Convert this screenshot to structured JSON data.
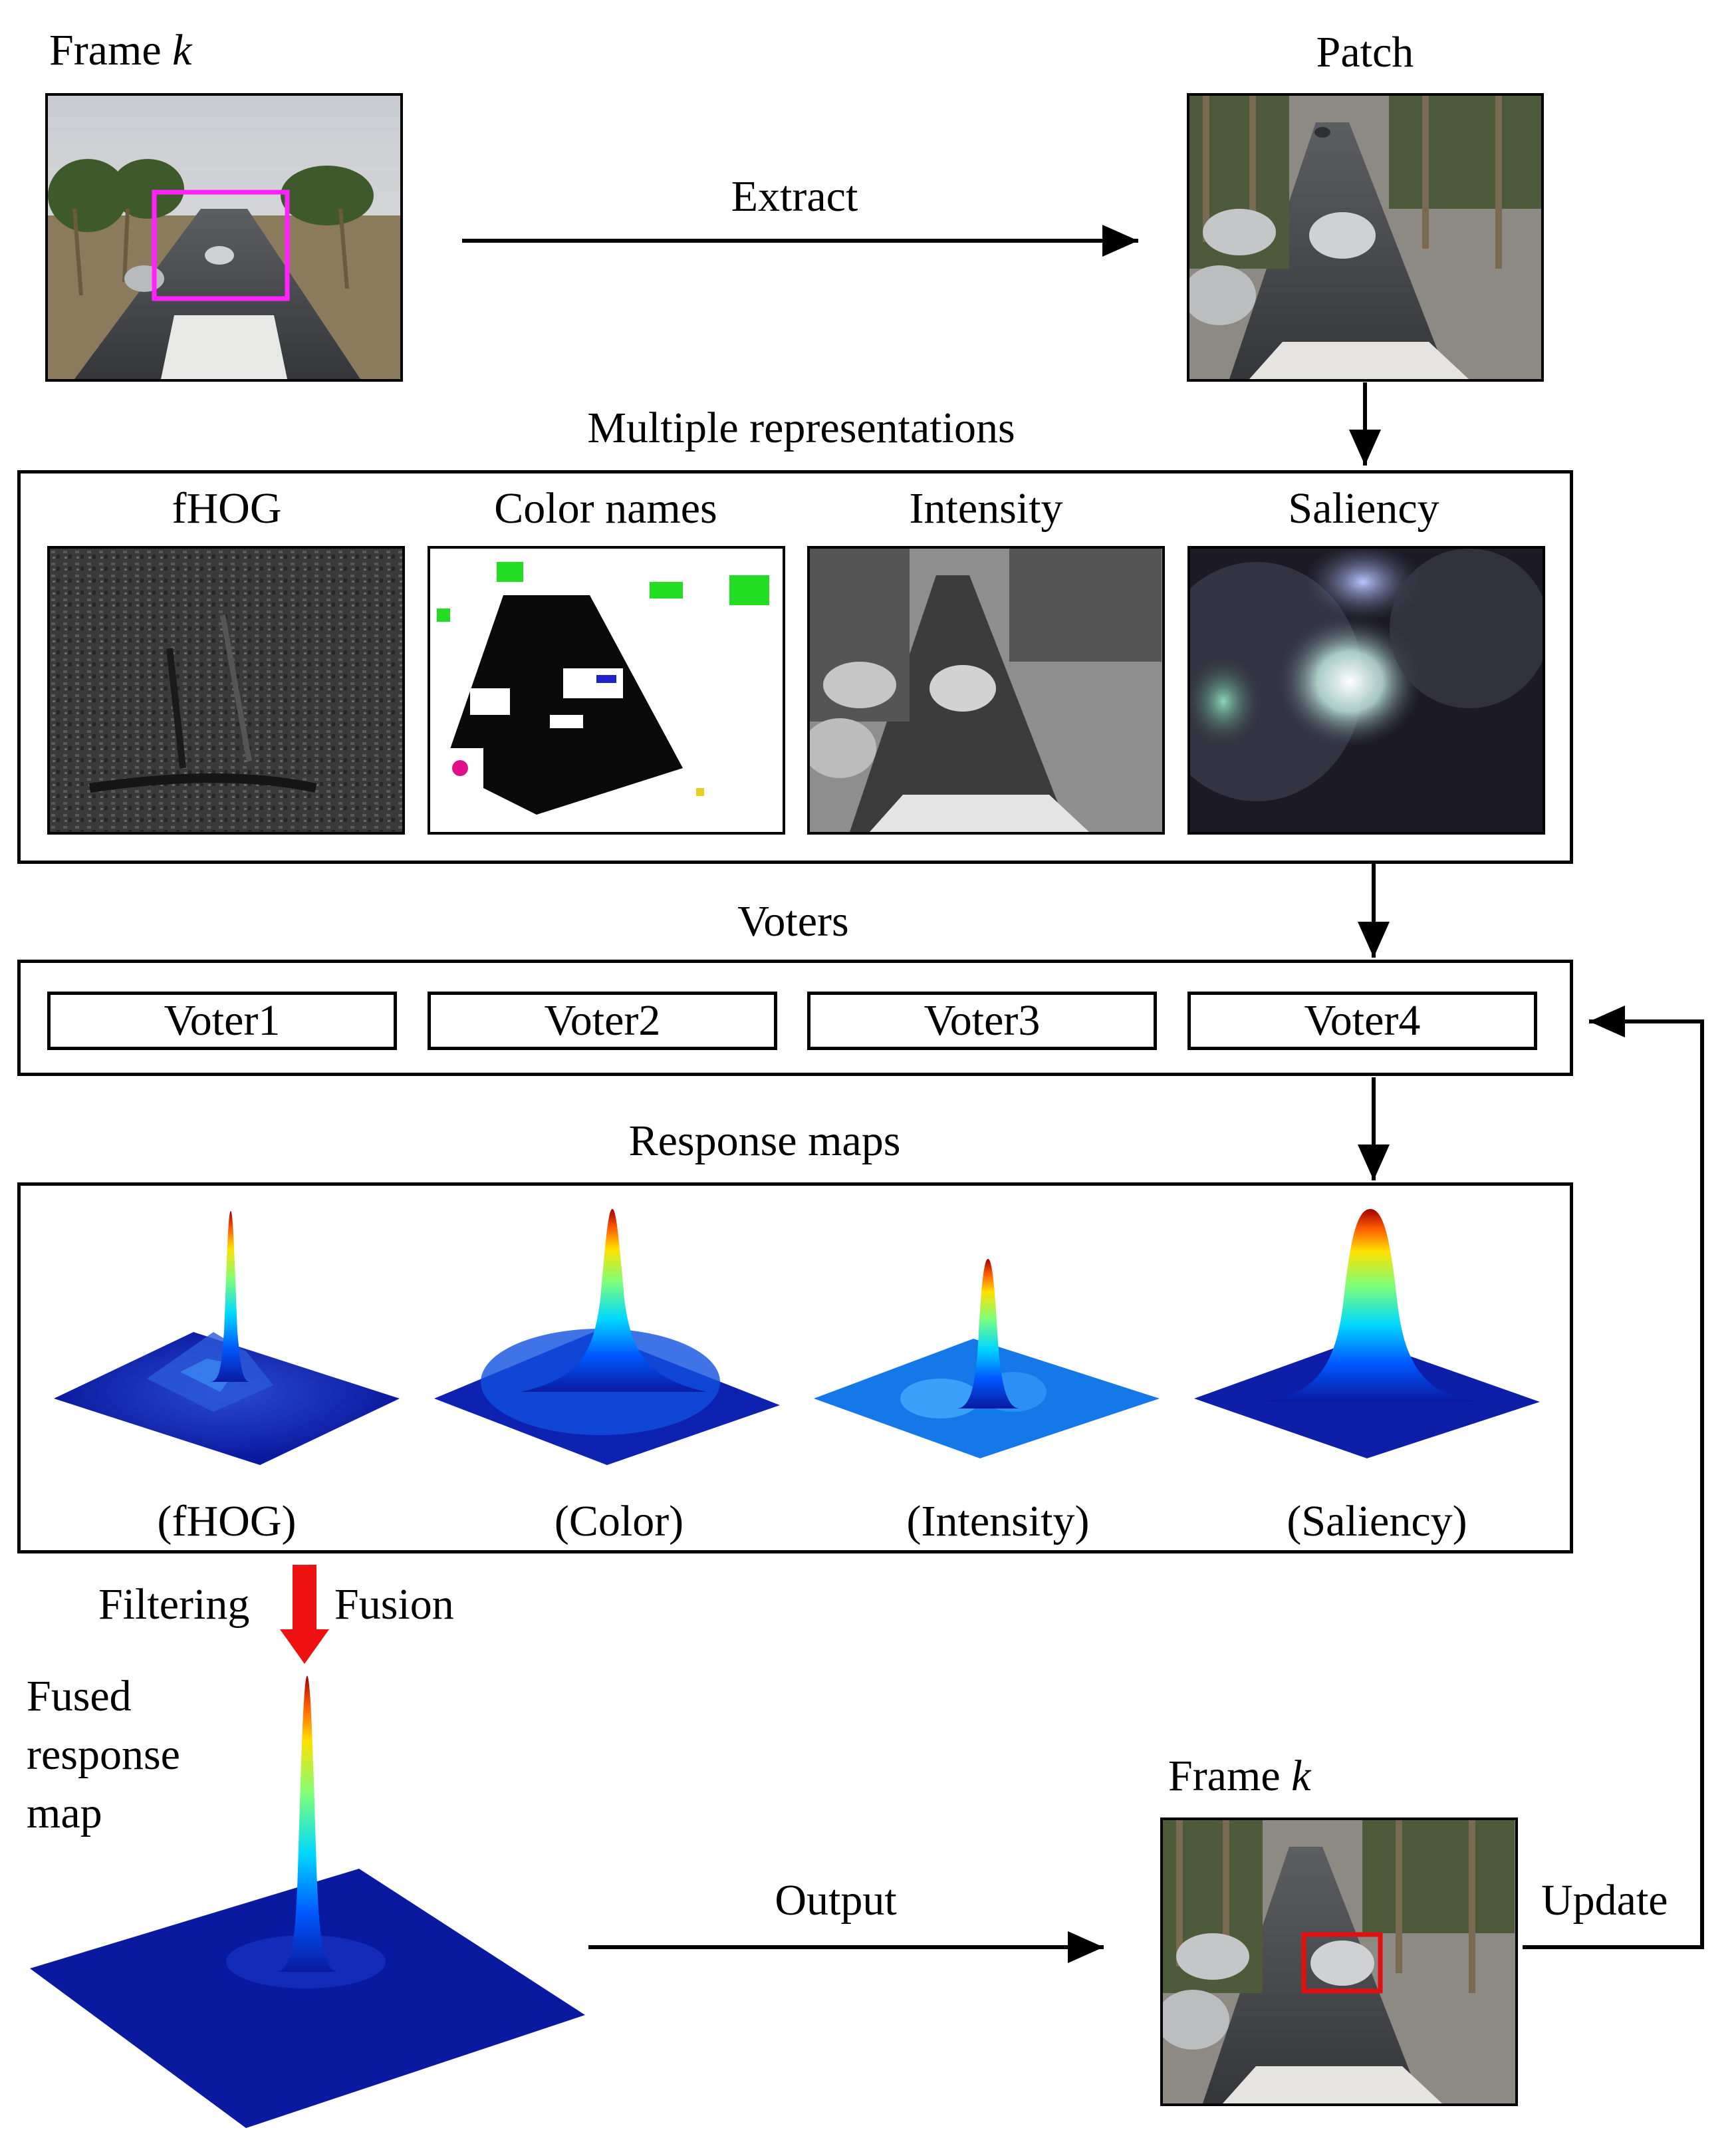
{
  "frame_top": {
    "label": "Frame",
    "var": "k"
  },
  "patch_label": "Patch",
  "extract_label": "Extract",
  "multiple_repr_label": "Multiple representations",
  "representations": [
    "fHOG",
    "Color names",
    "Intensity",
    "Saliency"
  ],
  "voters_label": "Voters",
  "voters": [
    "Voter1",
    "Voter2",
    "Voter3",
    "Voter4"
  ],
  "response_maps_label": "Response maps",
  "response_captions": [
    "(fHOG)",
    "(Color)",
    "(Intensity)",
    "(Saliency)"
  ],
  "filtering_label": "Filtering",
  "fusion_label": "Fusion",
  "fused_label": [
    "Fused",
    "response",
    "map"
  ],
  "output_label": "Output",
  "frame_bottom": {
    "label": "Frame",
    "var": "k"
  },
  "update_label": "Update",
  "colors": {
    "selection_box": "#ff22ff",
    "result_box": "#e01010",
    "fusion_arrow": "#ee1111",
    "map_base": "#0a1aa0"
  }
}
